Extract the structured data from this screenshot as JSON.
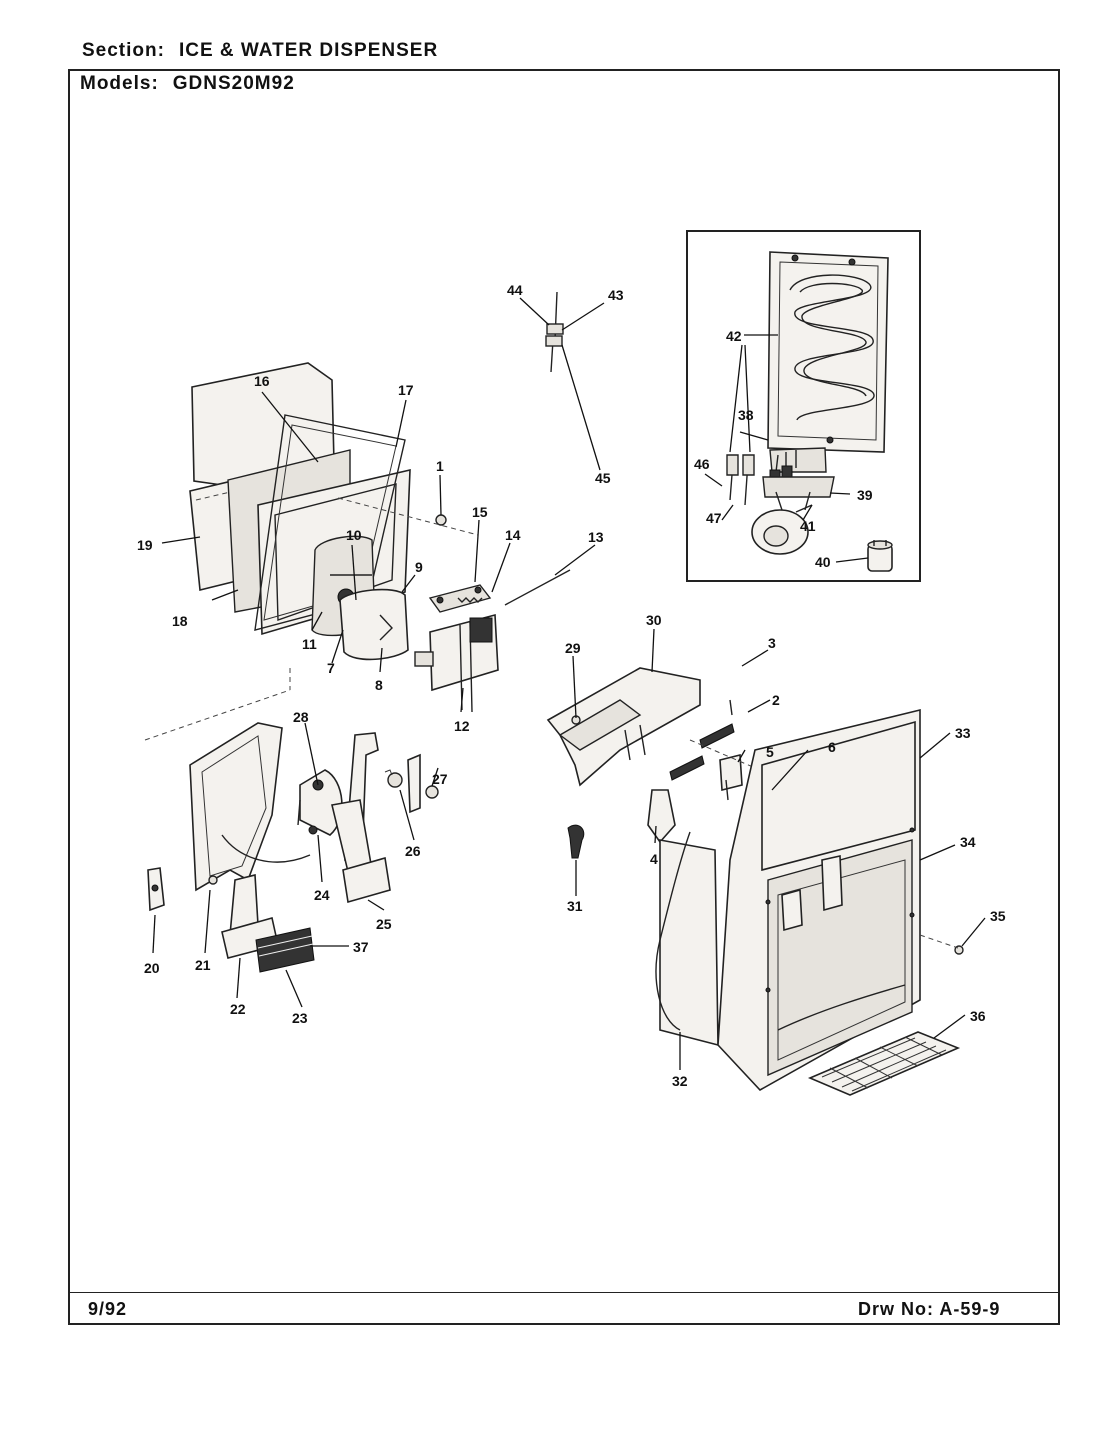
{
  "header": {
    "section_label": "Section:",
    "section_value": "ICE & WATER DISPENSER",
    "models_label": "Models:",
    "models_value": "GDNS20M92"
  },
  "footer": {
    "date": "9/92",
    "drawing_no": "Drw No: A-59-9"
  },
  "callouts": [
    "1",
    "2",
    "3",
    "4",
    "5",
    "6",
    "7",
    "8",
    "9",
    "10",
    "11",
    "12",
    "13",
    "14",
    "15",
    "16",
    "17",
    "18",
    "19",
    "20",
    "21",
    "22",
    "23",
    "24",
    "25",
    "26",
    "27",
    "28",
    "29",
    "30",
    "31",
    "32",
    "33",
    "34",
    "35",
    "36",
    "37",
    "38",
    "39",
    "40",
    "41",
    "42",
    "43",
    "44",
    "45",
    "46",
    "47"
  ]
}
